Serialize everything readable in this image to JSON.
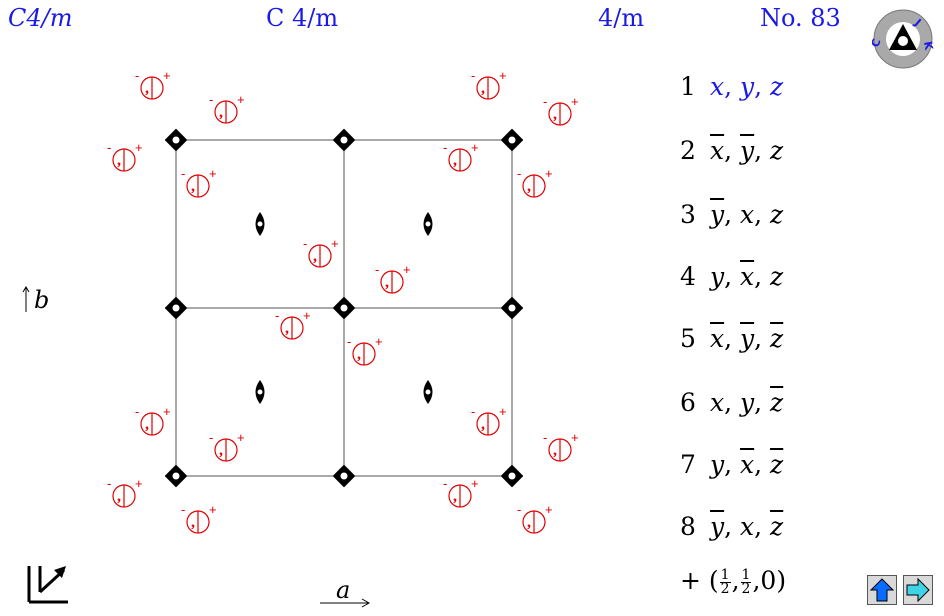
{
  "header": {
    "hm_symbol": "C4/m",
    "full_symbol": "C 4/m",
    "point_group": "4/m",
    "number": "No. 83"
  },
  "logo_text": "JKC",
  "axes": {
    "a_label": "a",
    "b_label": "b"
  },
  "positions": [
    {
      "num": "1",
      "x": "x",
      "y": "y",
      "z": "z",
      "x_bar": false,
      "y_bar": false,
      "z_bar": false,
      "highlight": true
    },
    {
      "num": "2",
      "x": "x",
      "y": "y",
      "z": "z",
      "x_bar": true,
      "y_bar": true,
      "z_bar": false,
      "highlight": false
    },
    {
      "num": "3",
      "x": "y",
      "y": "x",
      "z": "z",
      "x_bar": true,
      "y_bar": false,
      "z_bar": false,
      "highlight": false
    },
    {
      "num": "4",
      "x": "y",
      "y": "x",
      "z": "z",
      "x_bar": false,
      "y_bar": true,
      "z_bar": false,
      "highlight": false
    },
    {
      "num": "5",
      "x": "x",
      "y": "y",
      "z": "z",
      "x_bar": true,
      "y_bar": true,
      "z_bar": true,
      "highlight": false
    },
    {
      "num": "6",
      "x": "x",
      "y": "y",
      "z": "z",
      "x_bar": false,
      "y_bar": false,
      "z_bar": true,
      "highlight": false
    },
    {
      "num": "7",
      "x": "y",
      "y": "x",
      "z": "z",
      "x_bar": false,
      "y_bar": true,
      "z_bar": true,
      "highlight": false
    },
    {
      "num": "8",
      "x": "y",
      "y": "x",
      "z": "z",
      "x_bar": true,
      "y_bar": false,
      "z_bar": true,
      "highlight": false
    }
  ],
  "centering": "+ (½,½,0)",
  "centering_parts": {
    "plus": "+",
    "open": "(",
    "half_num": "1",
    "half_den": "2",
    "zero": "0",
    "close": ")"
  },
  "symbols": {
    "plus_sign": "+",
    "minus_sign": "-",
    "comma_mark": ","
  },
  "colors": {
    "header": "#1a1ae6",
    "equiv_pos": "#e00000",
    "lines": "#555555",
    "symmetry": "#000000",
    "nav_fill": "#0a6cff",
    "nav_next": "#3fd3e8"
  },
  "nav": {
    "up_icon": "up-arrow-icon",
    "next_icon": "right-arrow-icon"
  }
}
